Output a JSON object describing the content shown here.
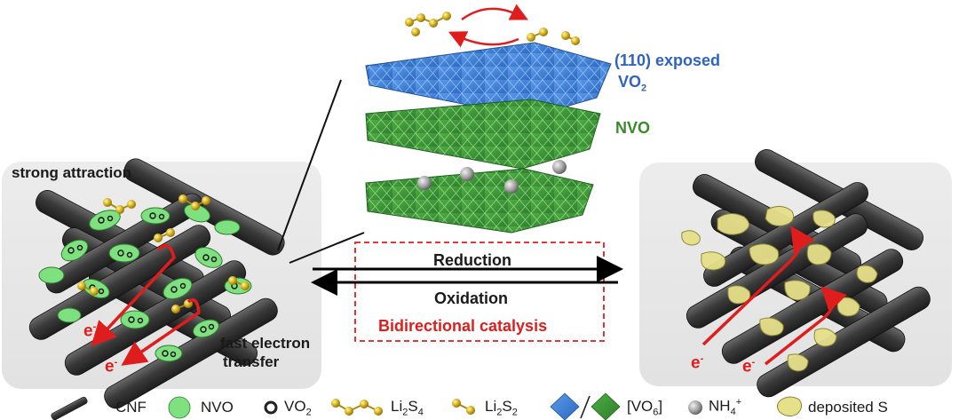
{
  "labels": {
    "strong_attraction": "strong attraction",
    "fast_electron_transfer_1": "fast electron",
    "fast_electron_transfer_2": "transfer",
    "exposed_110": "(110) exposed",
    "vo2_main": "VO",
    "vo2_sub": "2",
    "nvo": "NVO",
    "reduction": "Reduction",
    "oxidation": "Oxidation",
    "bidirectional_catalysis": "Bidirectional catalysis",
    "electron_main": "e",
    "electron_sup": "-"
  },
  "legend": [
    {
      "icon": "cnf-rod-icon",
      "text": "CNF"
    },
    {
      "icon": "nvo-blob-icon",
      "text": "NVO"
    },
    {
      "icon": "vo2-ring-icon",
      "text": "VO",
      "sub": "2"
    },
    {
      "icon": "li2s4-chain-icon",
      "text": "Li",
      "sub": "2",
      "text2": "S",
      "sub2": "4"
    },
    {
      "icon": "li2s2-dumbbell-icon",
      "text": "Li",
      "sub": "2",
      "text2": "S",
      "sub2": "2"
    },
    {
      "icon": "vo6-octahedra-icon",
      "text": "[VO",
      "sub": "6",
      "text2": "]"
    },
    {
      "icon": "nh4-sphere-icon",
      "text": "NH",
      "sub": "4",
      "sup": "+"
    },
    {
      "icon": "deposited-s-icon",
      "text": "deposited S"
    }
  ],
  "colors": {
    "vo2_blue": "#3b7fd4",
    "nvo_green": "#3b9a3a",
    "nvo_light_green": "#7fe07f",
    "carbon_fiber": "#3a3a3a",
    "sulfur_yellow": "#e6e08a",
    "arrow_red": "#e01d1d",
    "text_blue": "#2f63c2",
    "text_green": "#3a8a2a"
  }
}
